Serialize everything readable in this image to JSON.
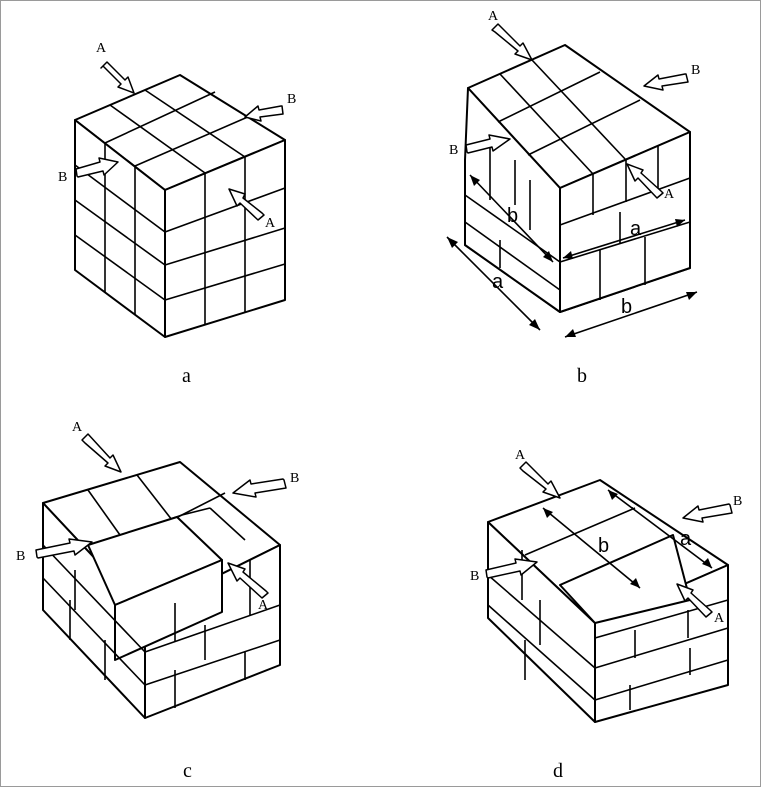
{
  "figure_a": {
    "caption": "a",
    "arrow_labels": [
      "A",
      "B",
      "B",
      "A"
    ]
  },
  "figure_b": {
    "caption": "b",
    "arrow_labels": [
      "A",
      "B",
      "B",
      "A"
    ],
    "dimension_labels": [
      "a",
      "b",
      "b",
      "a"
    ]
  },
  "figure_c": {
    "caption": "c",
    "arrow_labels": [
      "A",
      "B",
      "B",
      "A"
    ]
  },
  "figure_d": {
    "caption": "d",
    "arrow_labels": [
      "A",
      "B",
      "B",
      "A"
    ],
    "dimension_labels": [
      "b",
      "a"
    ]
  }
}
